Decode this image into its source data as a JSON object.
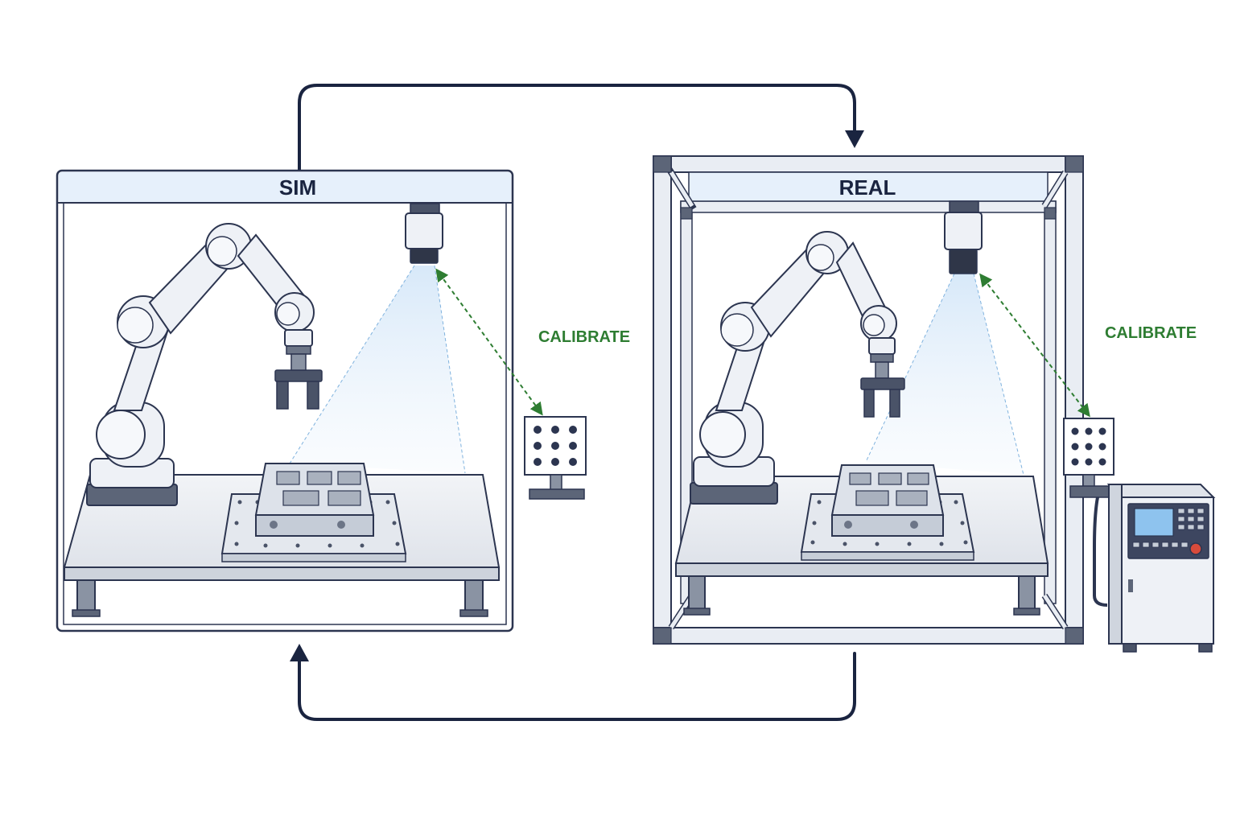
{
  "sim_panel": {
    "title": "SIM",
    "calibrate_label": "CALIBRATE"
  },
  "real_panel": {
    "title": "REAL",
    "calibrate_label": "CALIBRATE"
  },
  "colors": {
    "outline": "#2c3550",
    "arrow": "#1a2440",
    "header_fill": "#e6f0fb",
    "calibrate_green": "#2e7d32",
    "robot_fill": "#eef1f6",
    "frame_fill": "#e9edf3",
    "camera_beam": "#cfe3f7"
  },
  "icons": [
    "robot-arm-icon",
    "camera-icon",
    "calibration-target-icon",
    "controller-cabinet-icon"
  ]
}
